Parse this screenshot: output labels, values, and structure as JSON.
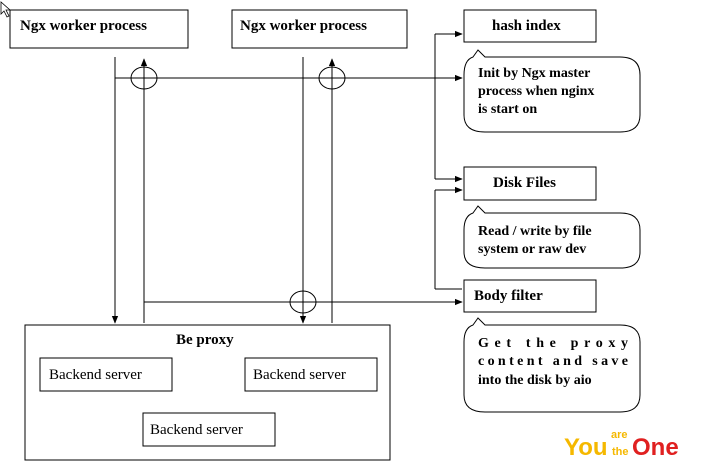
{
  "workers": [
    {
      "label": "Ngx worker process"
    },
    {
      "label": "Ngx worker process"
    }
  ],
  "hash_index": {
    "label": "hash index",
    "note": [
      "Init by Ngx master",
      "process when nginx",
      "is start on"
    ]
  },
  "disk_files": {
    "label": "Disk Files",
    "note": [
      "Read / write by file",
      "system or raw dev"
    ]
  },
  "body_filter": {
    "label": "Body filter",
    "note": [
      "Get the proxy",
      "content and save",
      "into the disk by aio"
    ]
  },
  "proxy": {
    "label": "Be proxy",
    "backends": [
      "Backend server",
      "Backend server",
      "Backend server"
    ]
  },
  "logo": {
    "you": "You",
    "are": "are",
    "the": "the",
    "one": "One"
  },
  "colors": {
    "logo_yellow": "#f5b800",
    "logo_red": "#e02020",
    "line": "#000000"
  }
}
